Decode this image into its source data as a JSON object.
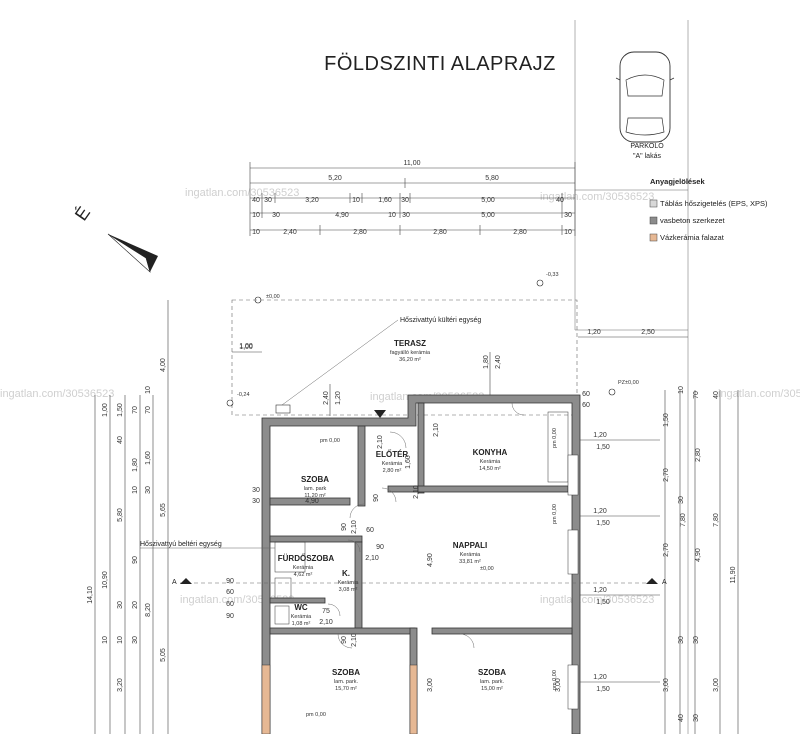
{
  "title": "FÖLDSZINTI ALAPRAJZ",
  "watermark": "ingatlan.com/30536523",
  "north_label": "É",
  "parking": {
    "label": "PARKOLÓ",
    "sub": "\"A\" lakás"
  },
  "legend": {
    "title": "Anyagjelölések",
    "items": [
      {
        "label": "Táblás hőszigetelés (EPS, XPS)",
        "color": "#d8d8d8"
      },
      {
        "label": "vasbeton szerkezet",
        "color": "#8c8c8c"
      },
      {
        "label": "Vázkerámia falazat",
        "color": "#e6b894"
      }
    ]
  },
  "rooms": [
    {
      "name": "TERASZ",
      "floor": "fagyálló kerámia",
      "area": "36,20 m²"
    },
    {
      "name": "ELŐTÉR",
      "floor": "Kerámia",
      "area": "2,80 m²"
    },
    {
      "name": "KONYHA",
      "floor": "Kerámia",
      "area": "14,50 m²"
    },
    {
      "name": "SZOBA",
      "floor": "lam. park",
      "area": "11,20 m²"
    },
    {
      "name": "NAPPALI",
      "floor": "Kerámia",
      "area": "33,81 m²"
    },
    {
      "name": "FÜRDŐSZOBA",
      "floor": "Kerámia",
      "area": "4,62 m²"
    },
    {
      "name": "K.",
      "floor": "Kerámia",
      "area": "3,08 m²"
    },
    {
      "name": "WC",
      "floor": "Kerámia",
      "area": "1,08 m²"
    },
    {
      "name": "SZOBA",
      "floor": "lam. park.",
      "area": "15,70 m²"
    },
    {
      "name": "SZOBA",
      "floor": "lam. park.",
      "area": "15,00 m²"
    }
  ],
  "notes": {
    "hoszi_kulteri": "Hőszivattyú kültéri egység",
    "hoszi_belteri": "Hőszivattyú beltéri egység",
    "pm1": "pm 0,00",
    "pm2": "pm 0,00",
    "pm_north": "pm 0,00",
    "pm_south": "pm 0,00",
    "level_top": "±0,00",
    "level_right": "-0,33",
    "level_left": "-0,24",
    "level_door": "PZ±0,00",
    "sectionA_left": "A",
    "sectionA_right": "A",
    "pm_konyha": "pm 0,00",
    "pm_nappali": "pm 0,00",
    "pm_szoba2": "pm 0,00",
    "nappali_h": "±0,00"
  },
  "dims": {
    "top_total": "11,00",
    "top_row2": [
      "5,20",
      "5,80"
    ],
    "top_row3": [
      "40",
      "30",
      "3,20",
      "10",
      "1,60",
      "30",
      "5,00",
      "40"
    ],
    "top_row4": [
      "10",
      "30",
      "4,90",
      "10",
      "30",
      "5,00",
      "30"
    ],
    "top_row5": [
      "10",
      "2,40",
      "2,80",
      "2,80",
      "2,80",
      "10"
    ],
    "terasz_left": "1,00",
    "terasz_right": [
      "1,20",
      "2,50"
    ],
    "left_outer": [
      "14,10",
      "10,90"
    ],
    "left_inner": [
      "4,00",
      "5,65",
      "5,80",
      "8,20",
      "5,05",
      "3,20"
    ],
    "left_small": [
      "1,00",
      "1,50",
      "1,80",
      "1,60",
      "70",
      "10",
      "40",
      "30",
      "70",
      "10",
      "90",
      "30",
      "10",
      "20",
      "10",
      "30"
    ],
    "right_outer": "11,90",
    "right_mid": [
      "7,80",
      "4,90",
      "7,80"
    ],
    "right_inner": [
      "1,50",
      "2,70",
      "2,80",
      "2,70",
      "3,00",
      "3,00"
    ],
    "right_small": [
      "10",
      "70",
      "40",
      "30",
      "30",
      "30",
      "40",
      "30"
    ],
    "window_right": [
      "1,20",
      "1,50",
      "1,20",
      "1,50",
      "1,20",
      "1,50",
      "1,20",
      "1,50"
    ],
    "inner": [
      "2,40",
      "1,20",
      "1,80",
      "2,40",
      "1,00",
      "2,10",
      "1,60",
      "2,10",
      "90",
      "2,10",
      "90",
      "2,10",
      "90",
      "2,10",
      "75",
      "2,10",
      "90",
      "2,10",
      "4,90",
      "3,00",
      "3,00",
      "30",
      "4,90",
      "60",
      "90",
      "60",
      "60",
      "90",
      "60",
      "60",
      "30"
    ]
  }
}
